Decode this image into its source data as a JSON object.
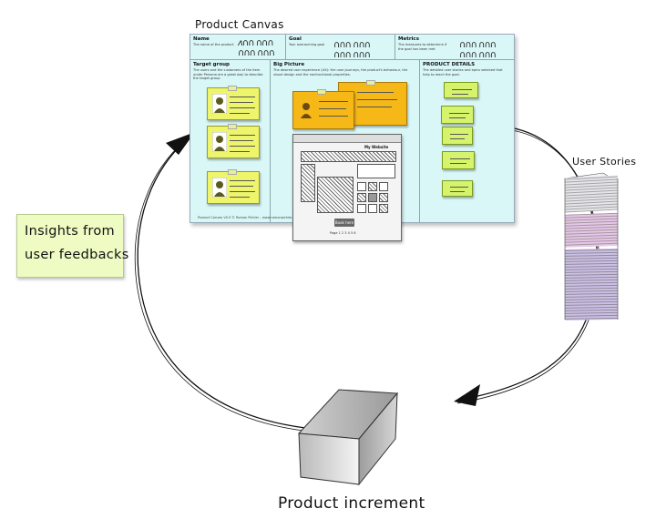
{
  "canvas": {
    "title": "Product Canvas",
    "name_label": "Name",
    "name_desc": "The name of the product",
    "goal_label": "Goal",
    "goal_desc": "Your overarching goal",
    "metrics_label": "Metrics",
    "metrics_desc": "The measures to determine if the goal has been met",
    "target_label": "Target group",
    "target_desc": "The users and the customers of the item under Persona are a great way to describe the target group",
    "big_picture_label": "Big Picture",
    "big_picture_desc": "The desired user experience (UX): the user journeys, the product's behaviour, the visual design and the nonfunctional properties.",
    "details_label": "PRODUCT DETAILS",
    "details_desc": "The detailed user stories and epics selected that help to reach the goal.",
    "footer": "Product Canvas V0.9 © Roman Pichler – www.romanpichler.com"
  },
  "mockup": {
    "title": "My Website",
    "button_label": "Book here",
    "pagination": "Page 1 2 3 4 5 6"
  },
  "insights": {
    "line1": "Insights from",
    "line2": "user feedbacks"
  },
  "user_stories_label": "User Stories",
  "product_increment_label": "Product increment",
  "colors": {
    "canvas_bg": "#d8f7f6",
    "note_yellow": "#eef56a",
    "note_orange": "#f6b817",
    "note_green": "#d6f36c",
    "insights_bg": "#eefcc4",
    "stack_pink": "#e6c7ea",
    "stack_lilac": "#cdc0e6"
  }
}
